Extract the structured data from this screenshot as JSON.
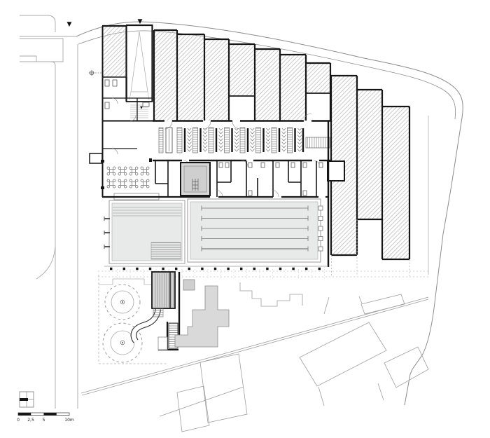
{
  "colors": {
    "wall": "#161616",
    "line_light": "#9a9a9a",
    "boundary": "#8c8c8c",
    "hatch": "#c4c4c4",
    "pool_fill": "#e8e9e9",
    "existing_building_fill": "#d9d9d9",
    "tower_fill": "#d6d6d6",
    "stairwell_fill": "#d8d8d8",
    "paper": "#ffffff"
  },
  "scale_bar": {
    "labels": [
      "0",
      "2,5",
      "5",
      "10m"
    ]
  },
  "markers": {
    "entrance": "▼",
    "side_entrance": "▶"
  },
  "pool_hall": {
    "lap_pool": {
      "lanes": 5,
      "starting_blocks": 5
    },
    "teaching_pool": {
      "ladders": 3
    }
  },
  "changing_hall": {
    "locker_groups": 8
  },
  "cafe": {
    "tables": 8
  },
  "outdoor": {
    "spiral_slides": 2
  }
}
